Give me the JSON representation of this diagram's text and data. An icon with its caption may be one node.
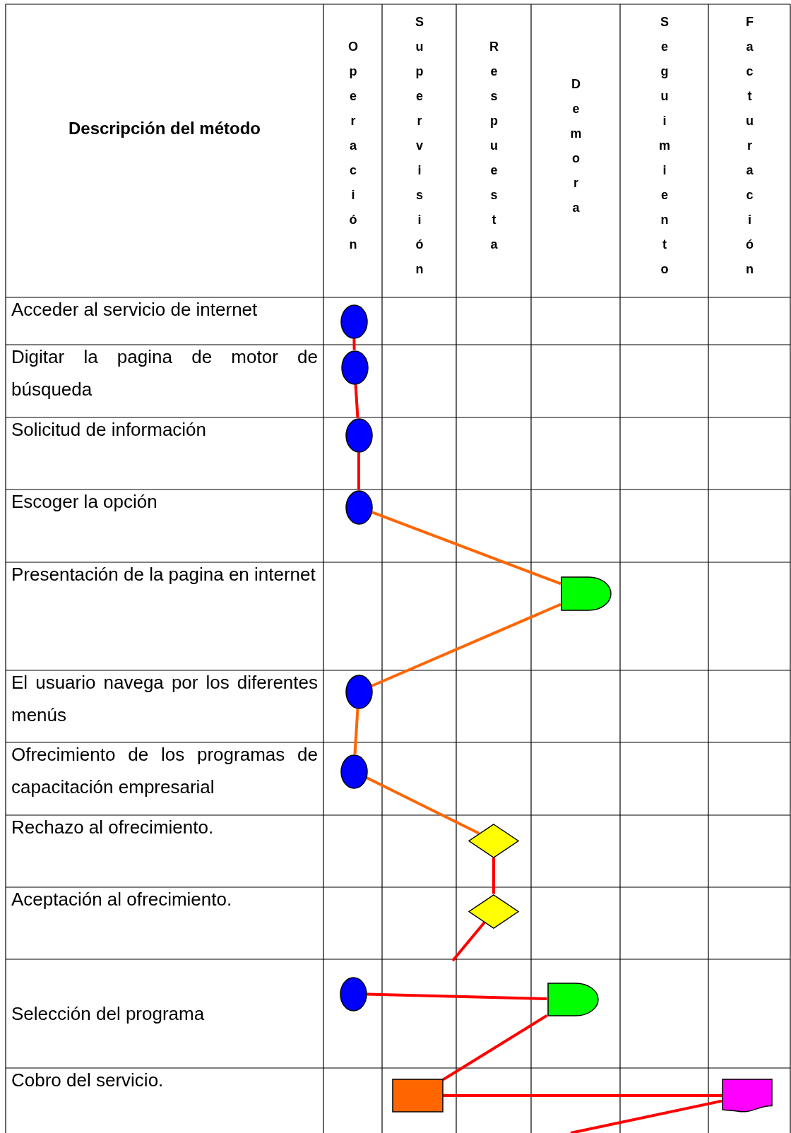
{
  "diagram": {
    "nodes": [
      {
        "text": [],
        "shape": "circle"
      },
      {
        "text": [],
        "shape": "circle"
      },
      {
        "text": [],
        "shape": "circle"
      },
      {
        "text": [],
        "shape": "circle"
      },
      {
        "text": [],
        "shape": "delay"
      },
      {
        "text": [],
        "shape": "circle"
      },
      {
        "text": [],
        "shape": "circle"
      },
      {
        "text": [],
        "shape": "diamond"
      },
      {
        "text": [],
        "shape": "diamond"
      },
      {
        "text": [],
        "shape": "circle"
      },
      {
        "text": [],
        "shape": "delay"
      },
      {
        "text": [],
        "shape": "box"
      },
      {
        "text": [],
        "shape": "document"
      }
    ],
    "edges": [
      {
        "from": 0,
        "to": 1,
        "arrow": "none"
      },
      {
        "from": 1,
        "to": 2,
        "arrow": "none"
      },
      {
        "from": 2,
        "to": 3,
        "arrow": "none"
      },
      {
        "from": 3,
        "to": 4,
        "arrow": "none",
        "color": "#ff6600"
      },
      {
        "from": 4,
        "to": 5,
        "arrow": "none",
        "color": "#ff6600"
      },
      {
        "from": 5,
        "to": 6,
        "arrow": "none",
        "color": "#ff6600"
      },
      {
        "from": 6,
        "to": 7,
        "arrow": "none",
        "color": "#ff6600"
      },
      {
        "from": 7,
        "to": 8,
        "arrow": "none"
      },
      {
        "from": 8,
        "to": null,
        "arrow": "none"
      },
      {
        "from": 9,
        "to": 10,
        "arrow": "none"
      },
      {
        "from": 10,
        "to": 11,
        "arrow": "none"
      },
      {
        "from": 11,
        "to": 12,
        "arrow": "none"
      },
      {
        "from": 12,
        "to": null,
        "arrow": "none"
      }
    ],
    "labels": [
      "Descripción del método",
      "Operación",
      "Supervisión",
      "Respuesta",
      "Demora",
      "Seguimiento",
      "Facturación",
      "Acceder al servicio de internet",
      "Digitar la pagina de motor de búsqueda",
      "Solicitud de información",
      "Escoger la opción",
      "Presentación de la pagina en internet",
      "El usuario navega por los diferentes menús",
      "Ofrecimiento de los programas de capacitación empresarial",
      "Rechazo al ofrecimiento.",
      "Aceptación al ofrecimiento.",
      "Selección del programa",
      "Cobro del servicio."
    ]
  }
}
